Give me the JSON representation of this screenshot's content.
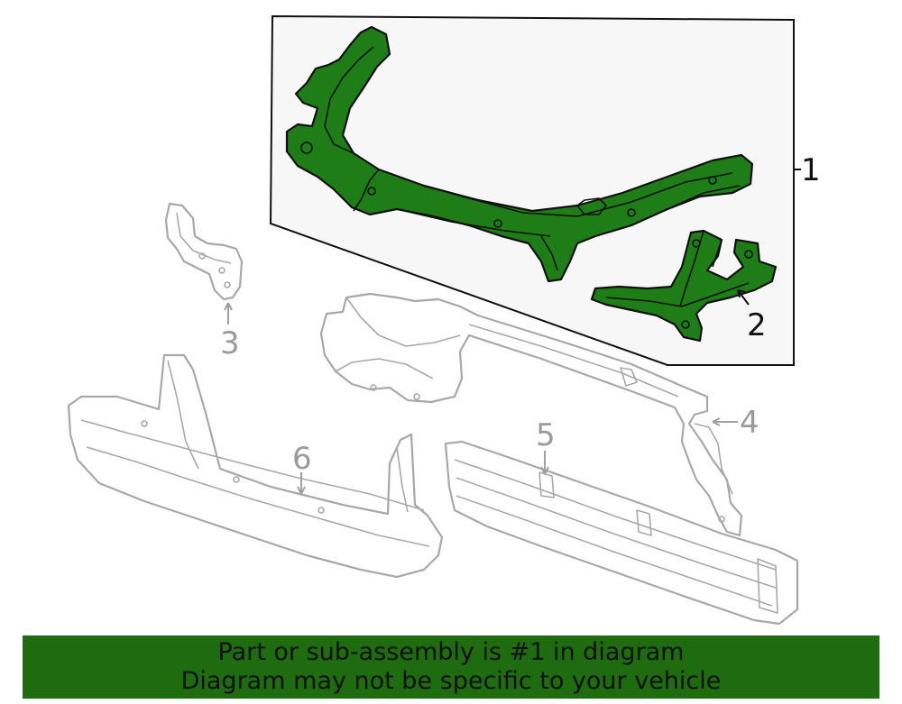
{
  "callouts": [
    {
      "id": "1",
      "label": "1"
    },
    {
      "id": "2",
      "label": "2"
    },
    {
      "id": "3",
      "label": "3"
    },
    {
      "id": "4",
      "label": "4"
    },
    {
      "id": "5",
      "label": "5"
    },
    {
      "id": "6",
      "label": "6"
    }
  ],
  "banner": {
    "line1": "Part or sub-assembly is #1 in diagram",
    "line2": "Diagram may not be specific to your vehicle",
    "background": "#1e6b10"
  },
  "colors": {
    "highlight_part": "#1f7d17",
    "panel_background": "#f7f7f7",
    "outline_parts": "#a8a8a8"
  }
}
